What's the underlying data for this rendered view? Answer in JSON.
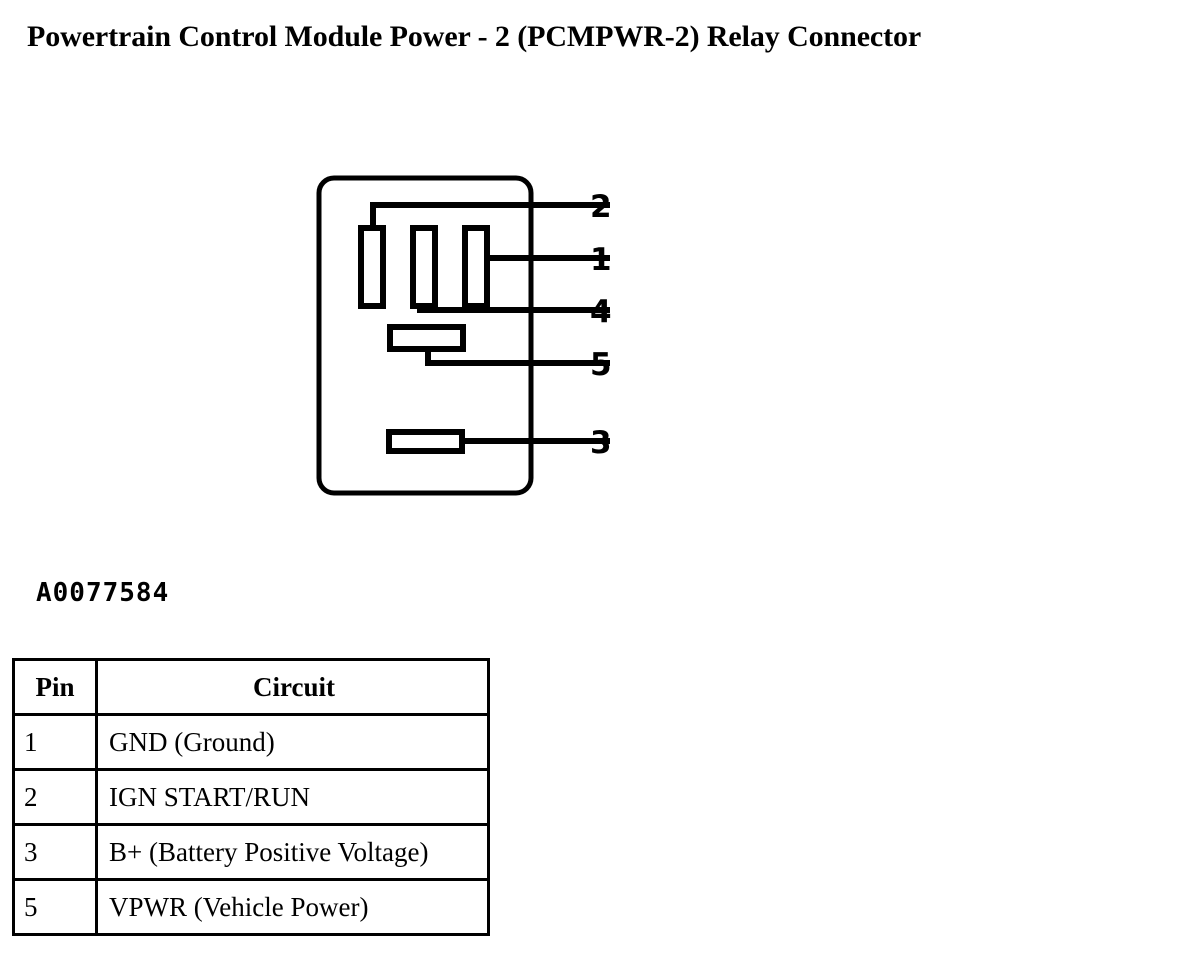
{
  "page_title": "Powertrain Control Module Power - 2 (PCMPWR-2) Relay Connector",
  "figure": {
    "id_label": "A0077584",
    "pin_labels": {
      "p2": "2",
      "p1": "1",
      "p4": "4",
      "p5": "5",
      "p3": "3"
    }
  },
  "pin_table": {
    "headers": {
      "pin": "Pin",
      "circuit": "Circuit"
    },
    "rows": [
      {
        "pin": "1",
        "circuit": "GND (Ground)"
      },
      {
        "pin": "2",
        "circuit": "IGN START/RUN"
      },
      {
        "pin": "3",
        "circuit": "B+ (Battery Positive Voltage)"
      },
      {
        "pin": "5",
        "circuit": "VPWR (Vehicle Power)"
      }
    ]
  },
  "colors": {
    "ink": "#000000",
    "paper": "#ffffff"
  }
}
